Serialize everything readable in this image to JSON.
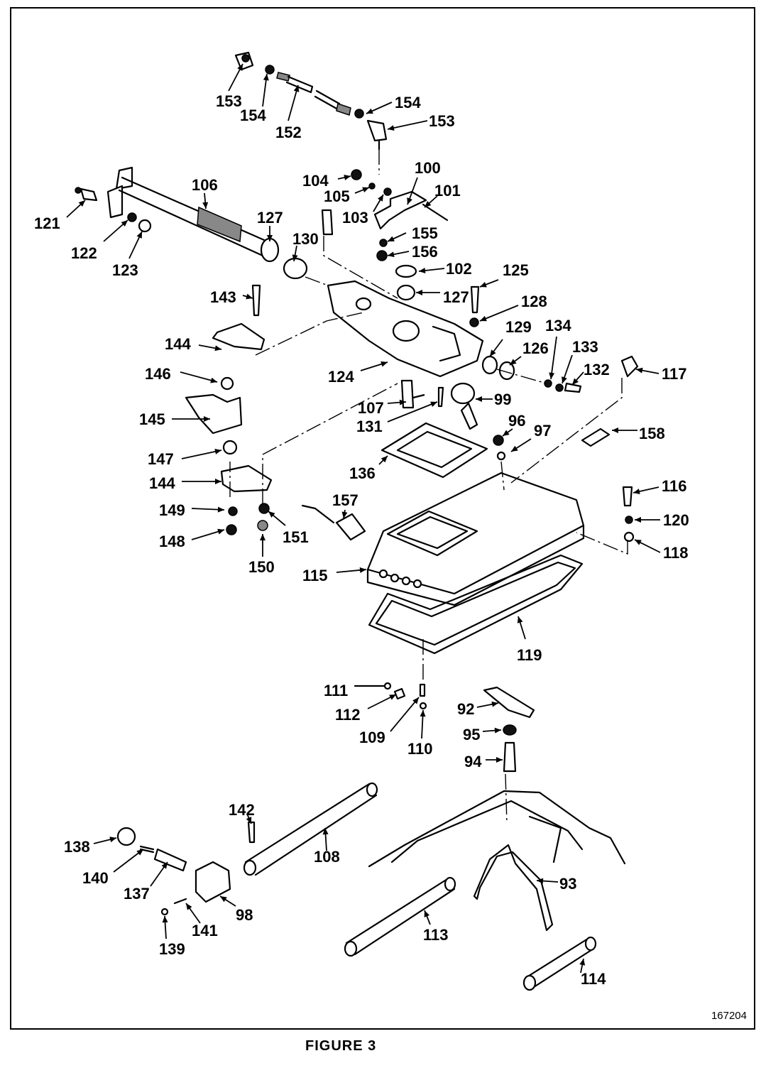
{
  "figure": {
    "caption": "FIGURE 3",
    "drawing_number": "167204"
  },
  "callouts": [
    {
      "id": "c153a",
      "text": "153"
    },
    {
      "id": "c154a",
      "text": "154"
    },
    {
      "id": "c152",
      "text": "152"
    },
    {
      "id": "c154b",
      "text": "154"
    },
    {
      "id": "c153b",
      "text": "153"
    },
    {
      "id": "c100",
      "text": "100"
    },
    {
      "id": "c104",
      "text": "104"
    },
    {
      "id": "c105",
      "text": "105"
    },
    {
      "id": "c101",
      "text": "101"
    },
    {
      "id": "c103",
      "text": "103"
    },
    {
      "id": "c106",
      "text": "106"
    },
    {
      "id": "c121",
      "text": "121"
    },
    {
      "id": "c127a",
      "text": "127"
    },
    {
      "id": "c122",
      "text": "122"
    },
    {
      "id": "c123",
      "text": "123"
    },
    {
      "id": "c130",
      "text": "130"
    },
    {
      "id": "c155",
      "text": "155"
    },
    {
      "id": "c156",
      "text": "156"
    },
    {
      "id": "c102",
      "text": "102"
    },
    {
      "id": "c125",
      "text": "125"
    },
    {
      "id": "c127b",
      "text": "127"
    },
    {
      "id": "c143",
      "text": "143"
    },
    {
      "id": "c128",
      "text": "128"
    },
    {
      "id": "c129",
      "text": "129"
    },
    {
      "id": "c134",
      "text": "134"
    },
    {
      "id": "c133",
      "text": "133"
    },
    {
      "id": "c144a",
      "text": "144"
    },
    {
      "id": "c126",
      "text": "126"
    },
    {
      "id": "c132",
      "text": "132"
    },
    {
      "id": "c117",
      "text": "117"
    },
    {
      "id": "c146",
      "text": "146"
    },
    {
      "id": "c124",
      "text": "124"
    },
    {
      "id": "c107",
      "text": "107"
    },
    {
      "id": "c99",
      "text": "99"
    },
    {
      "id": "c145",
      "text": "145"
    },
    {
      "id": "c131",
      "text": "131"
    },
    {
      "id": "c96",
      "text": "96"
    },
    {
      "id": "c97",
      "text": "97"
    },
    {
      "id": "c158",
      "text": "158"
    },
    {
      "id": "c147",
      "text": "147"
    },
    {
      "id": "c136",
      "text": "136"
    },
    {
      "id": "c144b",
      "text": "144"
    },
    {
      "id": "c116",
      "text": "116"
    },
    {
      "id": "c157",
      "text": "157"
    },
    {
      "id": "c149",
      "text": "149"
    },
    {
      "id": "c120",
      "text": "120"
    },
    {
      "id": "c151",
      "text": "151"
    },
    {
      "id": "c148",
      "text": "148"
    },
    {
      "id": "c118",
      "text": "118"
    },
    {
      "id": "c150",
      "text": "150"
    },
    {
      "id": "c115",
      "text": "115"
    },
    {
      "id": "c119",
      "text": "119"
    },
    {
      "id": "c111",
      "text": "111"
    },
    {
      "id": "c112",
      "text": "112"
    },
    {
      "id": "c92",
      "text": "92"
    },
    {
      "id": "c109",
      "text": "109"
    },
    {
      "id": "c110",
      "text": "110"
    },
    {
      "id": "c95",
      "text": "95"
    },
    {
      "id": "c94",
      "text": "94"
    },
    {
      "id": "c142",
      "text": "142"
    },
    {
      "id": "c108",
      "text": "108"
    },
    {
      "id": "c138",
      "text": "138"
    },
    {
      "id": "c140",
      "text": "140"
    },
    {
      "id": "c137",
      "text": "137"
    },
    {
      "id": "c93",
      "text": "93"
    },
    {
      "id": "c98",
      "text": "98"
    },
    {
      "id": "c141",
      "text": "141"
    },
    {
      "id": "c139",
      "text": "139"
    },
    {
      "id": "c113",
      "text": "113"
    },
    {
      "id": "c114",
      "text": "114"
    }
  ]
}
